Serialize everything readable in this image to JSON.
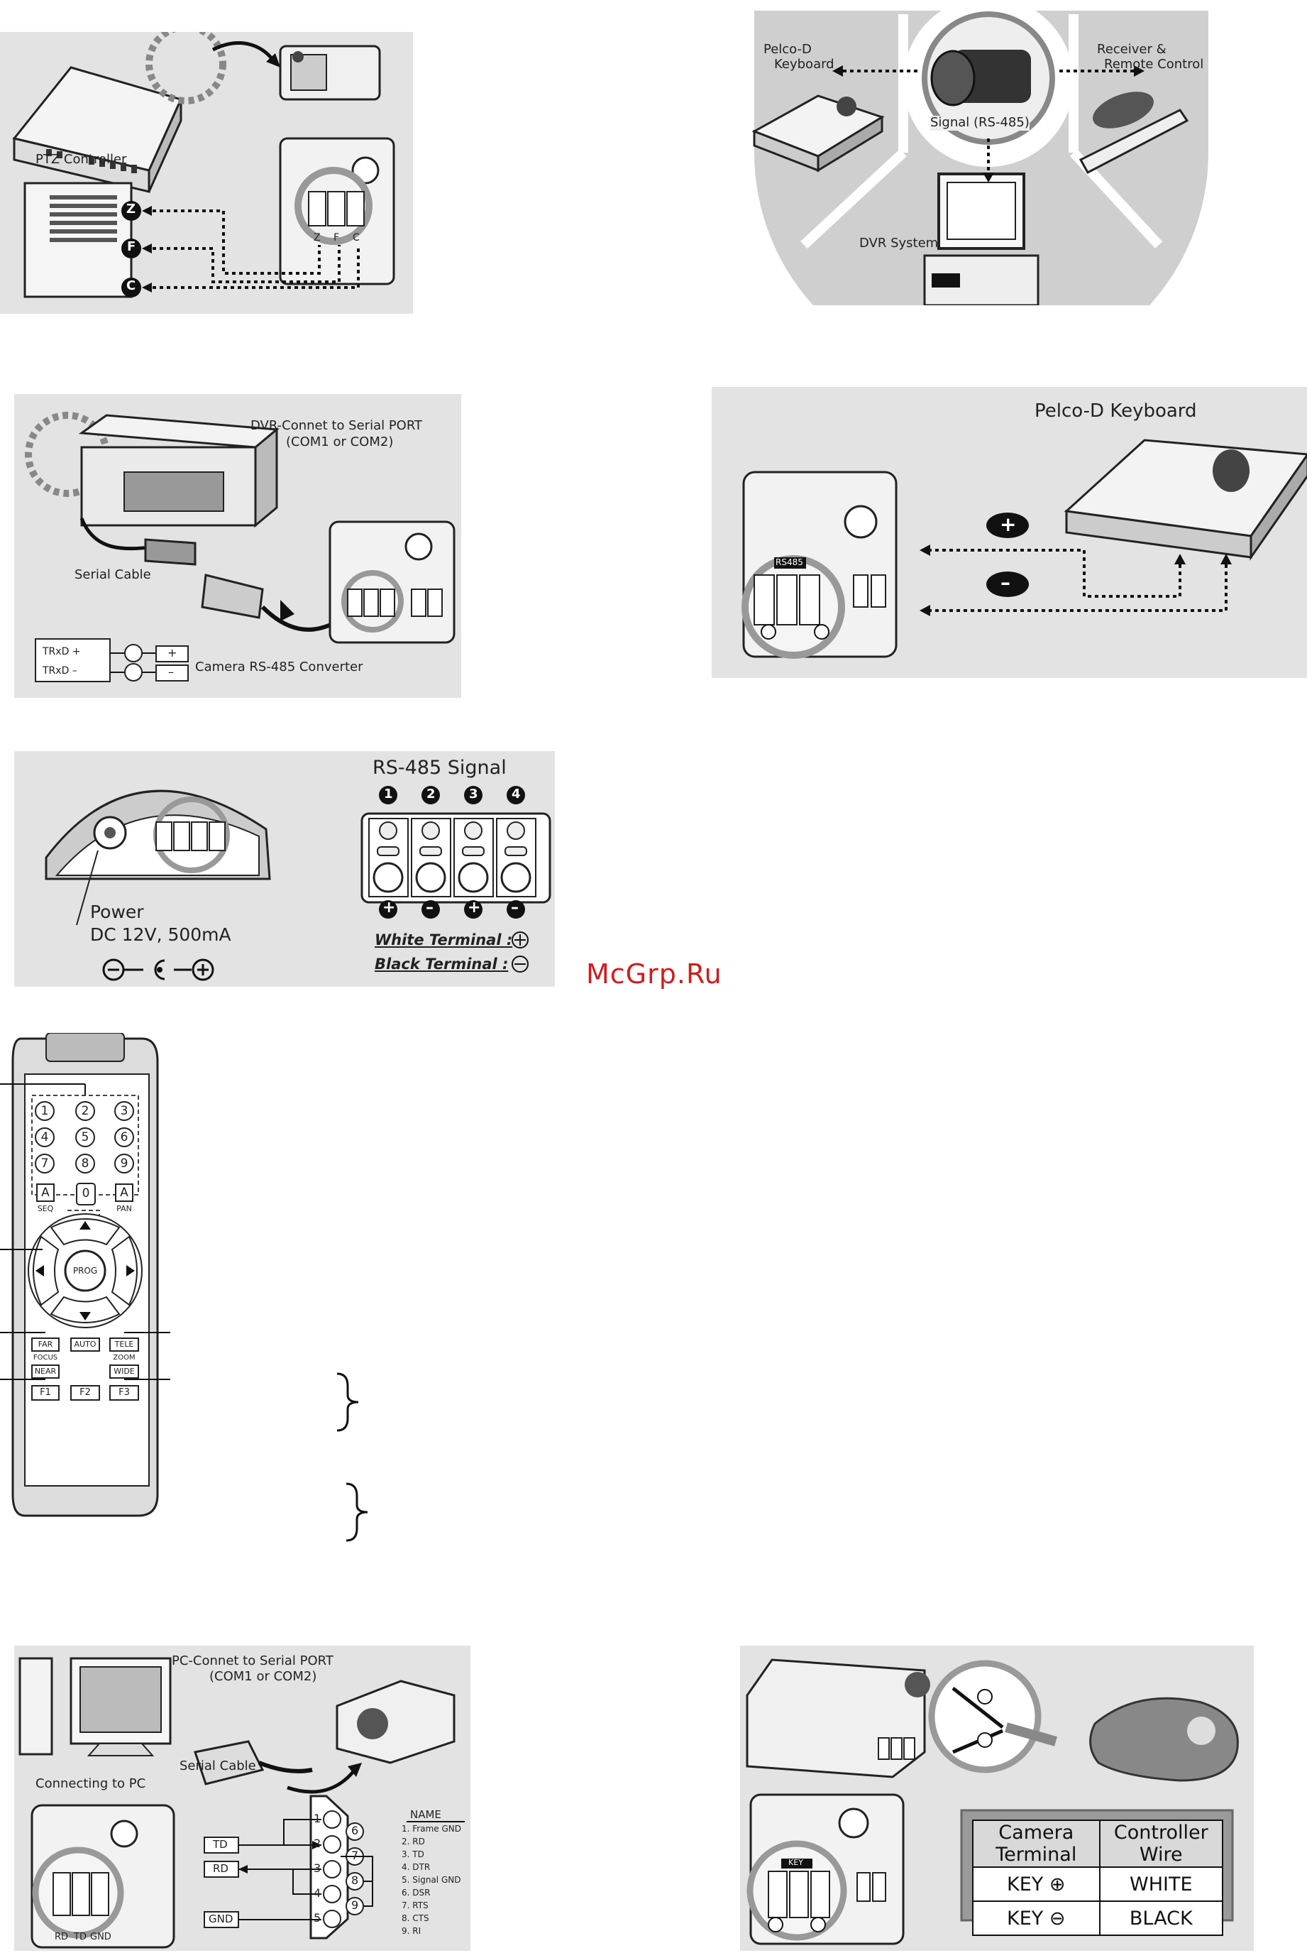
{
  "watermark": "McGrp.Ru",
  "ptz_panel": {
    "controller_label": "PTZ Controller",
    "terminals": [
      "Z",
      "F",
      "C"
    ],
    "camera_terminal_letters": [
      "Z",
      "F",
      "C"
    ]
  },
  "system_panel": {
    "keyboard_label_1": "Pelco-D",
    "keyboard_label_2": "Keyboard",
    "receiver_label_1": "Receiver &",
    "receiver_label_2": "Remote Control",
    "signal_label": "Signal (RS-485)",
    "dvr_label": "DVR System"
  },
  "dvr_panel": {
    "connect_label_1": "DVR-Connet to Serial PORT",
    "connect_label_2": "(COM1 or COM2)",
    "cable_label": "Serial Cable",
    "txd_plus": "TRxD +",
    "txd_minus": "TRxD –",
    "plus": "+",
    "minus": "–",
    "converter_label": "Camera RS-485 Converter"
  },
  "pelco_panel": {
    "title": "Pelco-D Keyboard",
    "plus_badge": "+",
    "minus_badge": "–",
    "rs485_tag": "RS485"
  },
  "signal_panel": {
    "power_label": "Power",
    "power_spec": "DC 12V, 500mA",
    "title": "RS-485 Signal",
    "numbers": [
      "1",
      "2",
      "3",
      "4"
    ],
    "polarity": [
      "+",
      "–",
      "+",
      "–"
    ],
    "white_terminal": "White Terminal :",
    "black_terminal": "Black Terminal :"
  },
  "remote": {
    "digits": [
      "1",
      "2",
      "3",
      "4",
      "5",
      "6",
      "7",
      "8",
      "9"
    ],
    "zero": "0",
    "a_key": "A",
    "seq": "SEQ",
    "pan": "PAN",
    "prog": "PROG",
    "far": "FAR",
    "auto": "AUTO",
    "tele": "TELE",
    "focus": "FOCUS",
    "zoom": "ZOOM",
    "near": "NEAR",
    "wide": "WIDE",
    "f_keys": [
      "F1",
      "F2",
      "F3"
    ]
  },
  "pc_panel": {
    "connect_label_1": "PC-Connet to Serial PORT",
    "connect_label_2": "(COM1 or COM2)",
    "cable_label": "Serial Cable",
    "pc_label": "Connecting to PC",
    "td": "TD",
    "rd": "RD",
    "gnd": "GND",
    "pins": [
      "1",
      "2",
      "3",
      "4",
      "5",
      "6",
      "7",
      "8",
      "9"
    ],
    "terminal_labels": [
      "RD",
      "TD",
      "GND"
    ],
    "name_header": "NAME",
    "names": [
      "1. Frame GND",
      "2. RD",
      "3. TD",
      "4. DTR",
      "5. Signal GND",
      "6. DSR",
      "7. RTS",
      "8. CTS",
      "9. RI"
    ]
  },
  "key_panel": {
    "headers": [
      "Camera Terminal",
      "Controller Wire"
    ],
    "rows": [
      [
        "KEY ⊕",
        "WHITE"
      ],
      [
        "KEY ⊖",
        "BLACK"
      ]
    ],
    "key_tag": "KEY"
  }
}
